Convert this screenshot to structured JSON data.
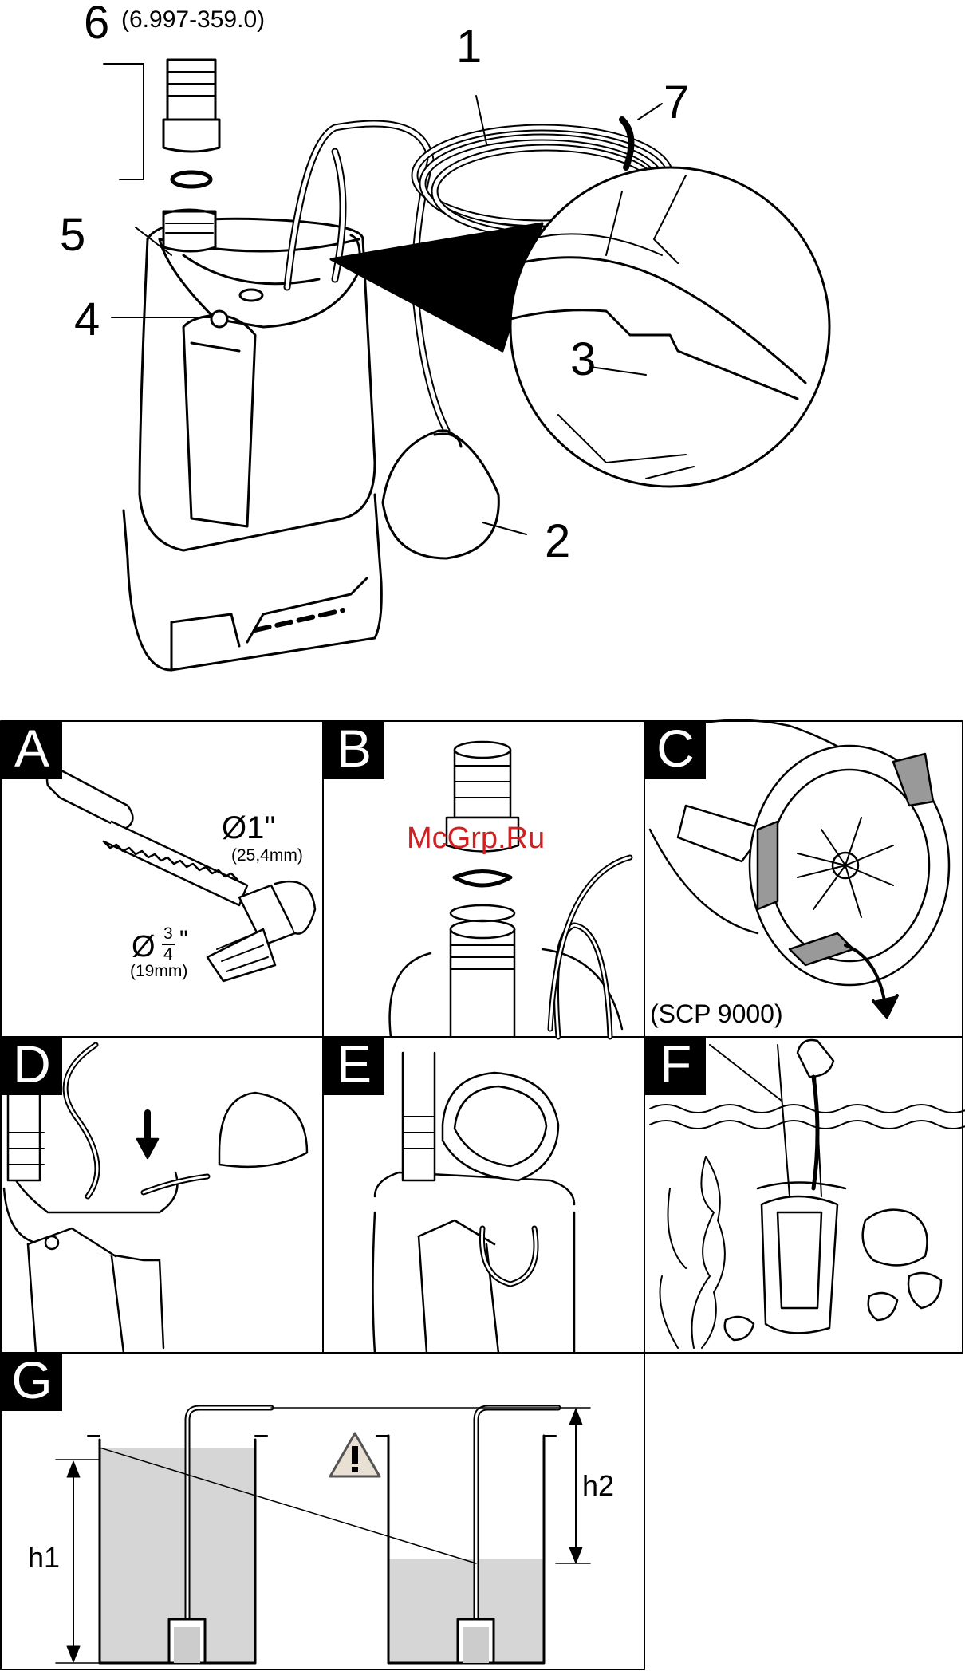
{
  "callouts": {
    "c1": "1",
    "c2": "2",
    "c3": "3",
    "c4": "4",
    "c5": "5",
    "c6": "6",
    "c6_part": "(6.997-359.0)",
    "c7": "7"
  },
  "panels": {
    "a": {
      "tag": "A",
      "d1": "Ø1\"",
      "d1_mm": "(25,4mm)",
      "d2_sym": "Ø",
      "d2_num": "3",
      "d2_den": "4",
      "d2_in": "\"",
      "d2_mm": "(19mm)"
    },
    "b": {
      "tag": "B"
    },
    "c": {
      "tag": "C",
      "model": "(SCP 9000)"
    },
    "d": {
      "tag": "D"
    },
    "e": {
      "tag": "E"
    },
    "f": {
      "tag": "F"
    },
    "g": {
      "tag": "G",
      "h1": "h1",
      "h2": "h2"
    }
  },
  "watermark": "McGrp.Ru",
  "colors": {
    "line": "#000000",
    "water": "#d6d6d6",
    "watermark": "#d21f1f",
    "warning_fill": "#e8e0d2"
  }
}
